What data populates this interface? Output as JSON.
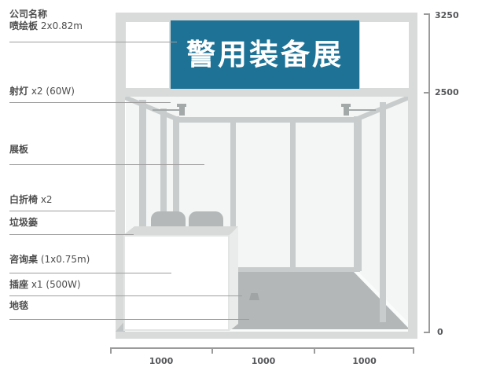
{
  "banner": {
    "title": "警用装备展",
    "bg_color": "#1d7296",
    "text_color": "#ffffff"
  },
  "callouts": [
    {
      "term": "公司名称",
      "spec": "",
      "term2": "喷绘板",
      "spec2": " 2x0.82m"
    },
    {
      "term": "射灯",
      "spec": " x2 (60W)"
    },
    {
      "term": "展板",
      "spec": ""
    },
    {
      "term": "白折椅",
      "spec": " x2"
    },
    {
      "term": "垃圾篓",
      "spec": ""
    },
    {
      "term": "咨询桌",
      "spec": " (1x0.75m)"
    },
    {
      "term": "插座",
      "spec": " x1 (500W)"
    },
    {
      "term": "地毯",
      "spec": ""
    }
  ],
  "height_scale": {
    "marks": [
      "3250",
      "2500",
      "0"
    ]
  },
  "width_scale": {
    "marks": [
      "1000",
      "1000",
      "1000"
    ]
  },
  "colors": {
    "banner": "#1d7296",
    "frame_light": "#d9dbdb",
    "beam": "#c9cccc",
    "carpet": "#b4b7b7",
    "chair": "#b5b8b8",
    "label_text": "#4d4d4d",
    "leader_line": "#9e9e9e",
    "scale_text": "#56575a"
  }
}
